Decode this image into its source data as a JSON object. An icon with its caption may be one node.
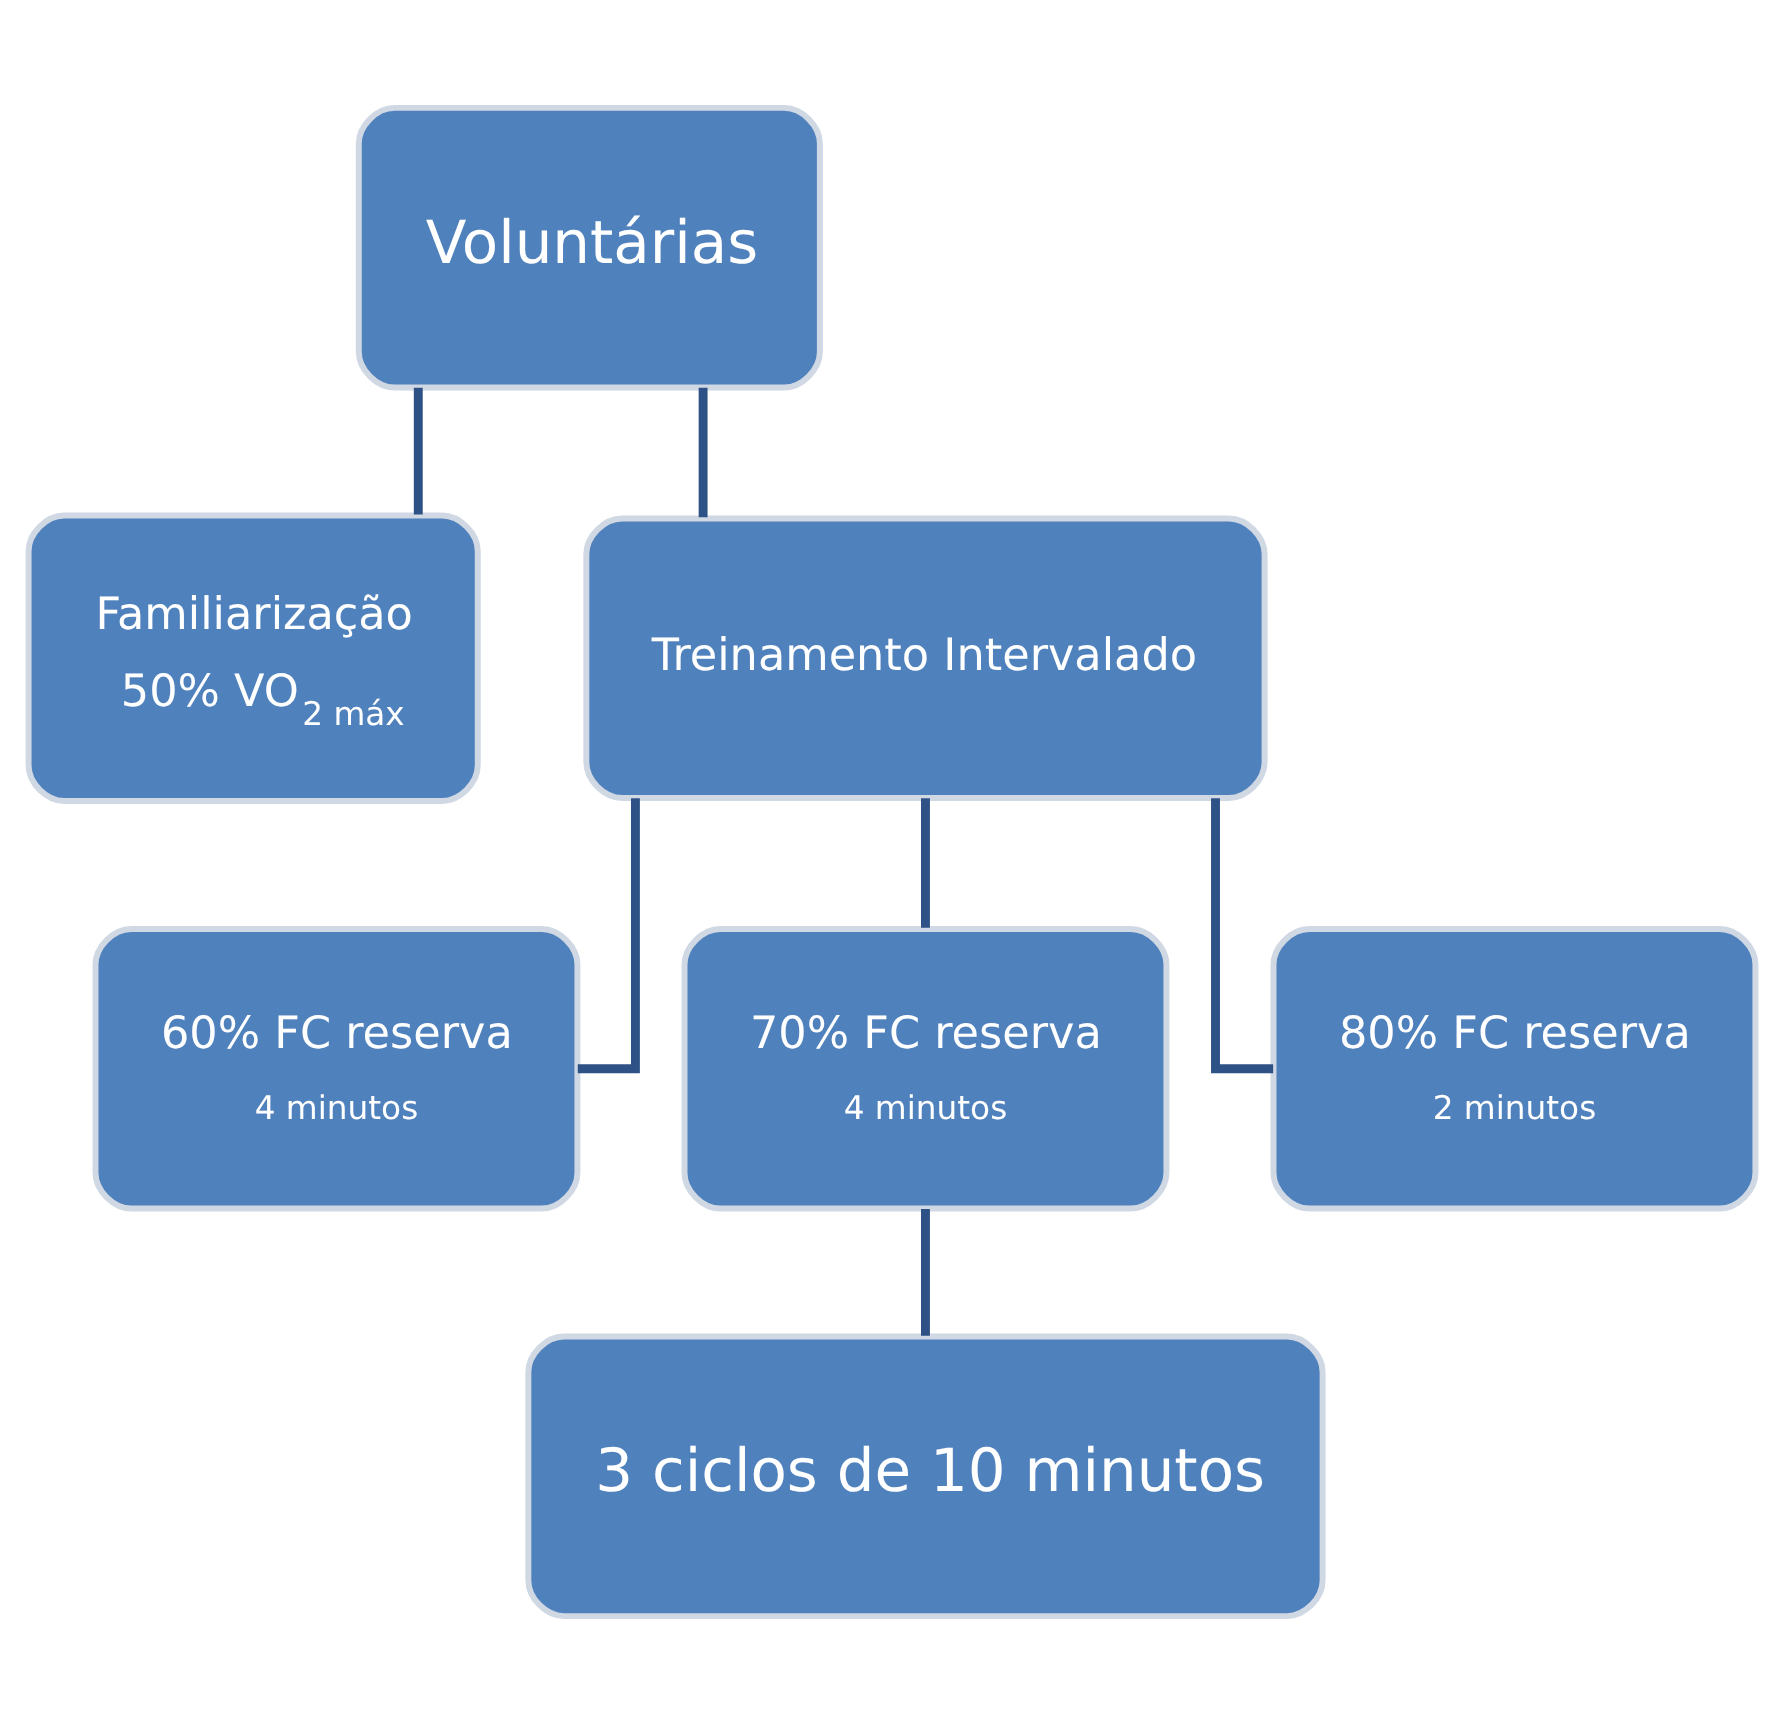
{
  "diagram": {
    "nodes": [
      {
        "text": [
          "Voluntárias"
        ]
      },
      {
        "text": [
          "Familiarização",
          "50% VO$_{2 máx}$"
        ]
      },
      {
        "text": [
          "Treinamento Intervalado"
        ]
      },
      {
        "text": [
          "60% FC reserva",
          "4 minutos"
        ]
      },
      {
        "text": [
          "70% FC reserva",
          "4 minutos"
        ]
      },
      {
        "text": [
          "80% FC reserva",
          "2 minutos"
        ]
      },
      {
        "text": [
          "3 ciclos de 10 minutos"
        ]
      }
    ],
    "edges": [
      {
        "from": 0,
        "to": 1,
        "arrow": "none"
      },
      {
        "from": 0,
        "to": 2,
        "arrow": "none"
      },
      {
        "from": 2,
        "to": 3,
        "arrow": "none"
      },
      {
        "from": 2,
        "to": 4,
        "arrow": "none"
      },
      {
        "from": 2,
        "to": 5,
        "arrow": "none"
      },
      {
        "from": 4,
        "to": 6,
        "arrow": "none"
      }
    ]
  }
}
